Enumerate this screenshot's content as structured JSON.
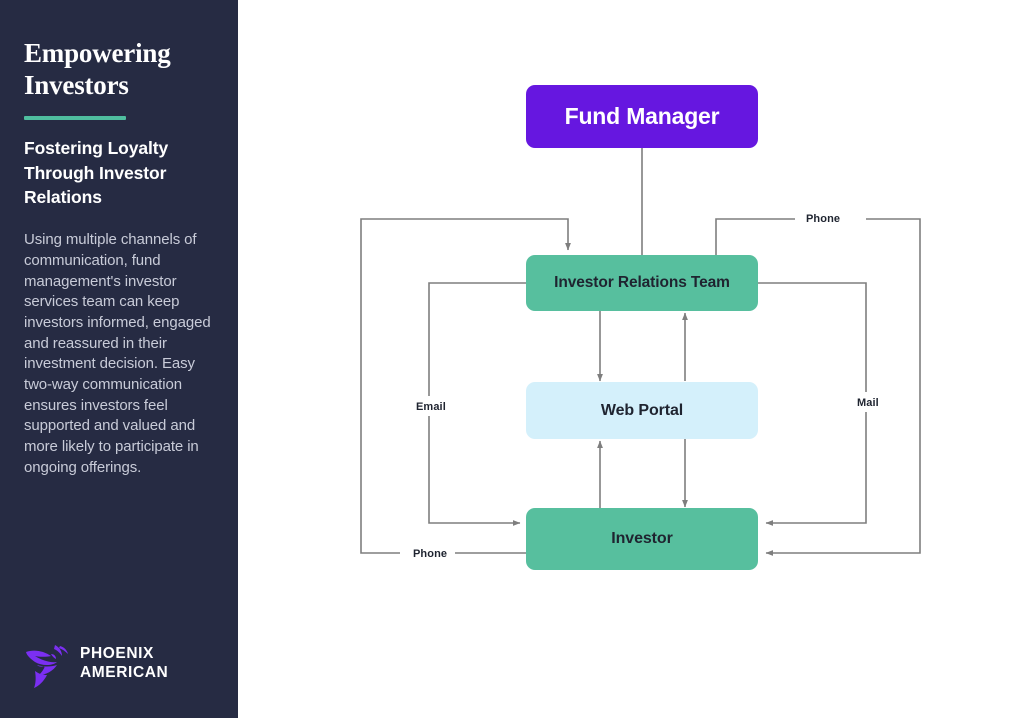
{
  "sidebar": {
    "title": "Empowering Investors",
    "subtitle": "Fostering Loyalty Through Investor Relations",
    "body": "Using multiple channels of communication, fund management's investor services team can keep investors informed, engaged and reassured in their investment decision. Easy two-way communication ensures investors feel supported and valued and more likely to participate in ongoing offerings.",
    "logo": {
      "line1": "PHOENIX",
      "line2": "AMERICAN",
      "mark": "phoenix-bird-icon"
    },
    "colors": {
      "background": "#262B43",
      "divider": "#4FBE9F",
      "body_text": "#C8CBD8",
      "logo_mark": "#7B2FF2"
    }
  },
  "chart_data": {
    "type": "diagram",
    "title": "Investor Relations Communication Flow",
    "nodes": [
      {
        "id": "fund-manager",
        "label": "Fund Manager",
        "color": "#6617E0",
        "text_color": "#FFFFFF"
      },
      {
        "id": "investor-relations-team",
        "label": "Investor Relations Team",
        "color": "#57BF9E",
        "text_color": "#1F2430"
      },
      {
        "id": "web-portal",
        "label": "Web Portal",
        "color": "#D4F0FB",
        "text_color": "#1F2430"
      },
      {
        "id": "investor",
        "label": "Investor",
        "color": "#57BF9E",
        "text_color": "#1F2430"
      }
    ],
    "edges": [
      {
        "from": "fund-manager",
        "to": "investor-relations-team",
        "label": ""
      },
      {
        "from": "investor-relations-team",
        "to": "web-portal",
        "label": ""
      },
      {
        "from": "web-portal",
        "to": "investor-relations-team",
        "label": ""
      },
      {
        "from": "web-portal",
        "to": "investor",
        "label": ""
      },
      {
        "from": "investor",
        "to": "web-portal",
        "label": ""
      },
      {
        "from": "investor-relations-team",
        "to": "investor",
        "label": "Email"
      },
      {
        "from": "investor",
        "to": "investor-relations-team",
        "label": "Phone"
      },
      {
        "from": "investor-relations-team",
        "to": "investor",
        "label": "Mail"
      },
      {
        "from": "investor-relations-team",
        "to": "investor",
        "label": "Phone"
      }
    ],
    "edge_labels": {
      "email": "Email",
      "phone_left": "Phone",
      "phone_top": "Phone",
      "mail": "Mail"
    },
    "connector_color": "#7E7E7E"
  }
}
